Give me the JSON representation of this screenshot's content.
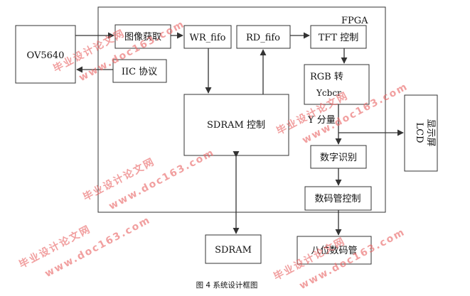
{
  "fpga_label": "FPGA",
  "blocks": {
    "ov5640": "OV5640",
    "iic": "IIC 协议",
    "capture": "图像获取",
    "wr_fifo": "WR_fifo",
    "rd_fifo": "RD_fifo",
    "tft": "TFT 控制",
    "rgb_line1": "RGB     转",
    "rgb_line2": "Ycbcr",
    "y_component": "Y 分量",
    "sdram_ctrl": "SDRAM 控制",
    "lcd_line1": "LCD",
    "lcd_line2": "显示屏",
    "digit_recog": "数字识别",
    "seg_ctrl": "数码管控制",
    "sdram": "SDRAM",
    "eight_seg": "八位数码管"
  },
  "caption": "图 4  系统设计框图",
  "watermark": {
    "line1": "毕业设计论文网",
    "line2": "www.doc163.com"
  }
}
